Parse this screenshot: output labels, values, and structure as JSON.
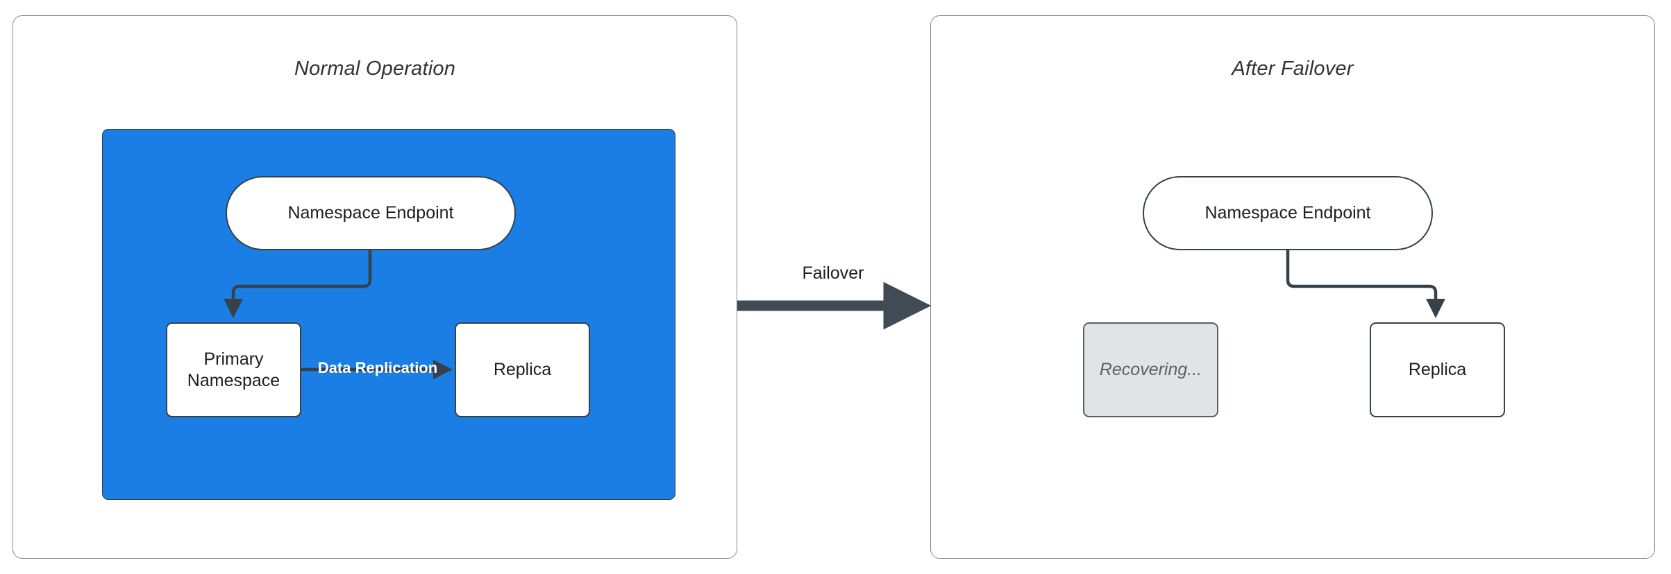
{
  "diagram": {
    "title_hidden": "",
    "colors": {
      "cluster_blue": "#1a7ee5",
      "node_white": "#ffffff",
      "node_disabled_gray": "#e1e3e5",
      "stroke_dark": "#36414a",
      "panel_border": "#8a8a8a",
      "label_white": "#ffffff",
      "text_dark": "#1d1d1d"
    },
    "panels": [
      {
        "id": "normal",
        "title": "Normal Operation",
        "nodes": [
          {
            "id": "endpoint",
            "label": "Namespace Endpoint",
            "shape": "stadium",
            "state": "active"
          },
          {
            "id": "primary",
            "label": "Primary\nNamespace",
            "label_line1": "Primary",
            "label_line2": "Namespace",
            "shape": "rect",
            "state": "active"
          },
          {
            "id": "replica",
            "label": "Replica",
            "shape": "rect",
            "state": "active"
          }
        ],
        "edges": [
          {
            "from": "endpoint",
            "to": "primary",
            "label": ""
          },
          {
            "from": "primary",
            "to": "replica",
            "label": "Data Replication"
          }
        ]
      },
      {
        "id": "failover",
        "title": "After Failover",
        "nodes": [
          {
            "id": "endpoint",
            "label": "Namespace Endpoint",
            "shape": "stadium",
            "state": "active"
          },
          {
            "id": "recovering",
            "label": "Recovering...",
            "shape": "rect",
            "state": "disabled"
          },
          {
            "id": "replica",
            "label": "Replica",
            "shape": "rect",
            "state": "active"
          }
        ],
        "edges": [
          {
            "from": "endpoint",
            "to": "replica",
            "label": ""
          }
        ]
      }
    ],
    "transition": {
      "label": "Failover",
      "direction": "left-to-right"
    }
  }
}
